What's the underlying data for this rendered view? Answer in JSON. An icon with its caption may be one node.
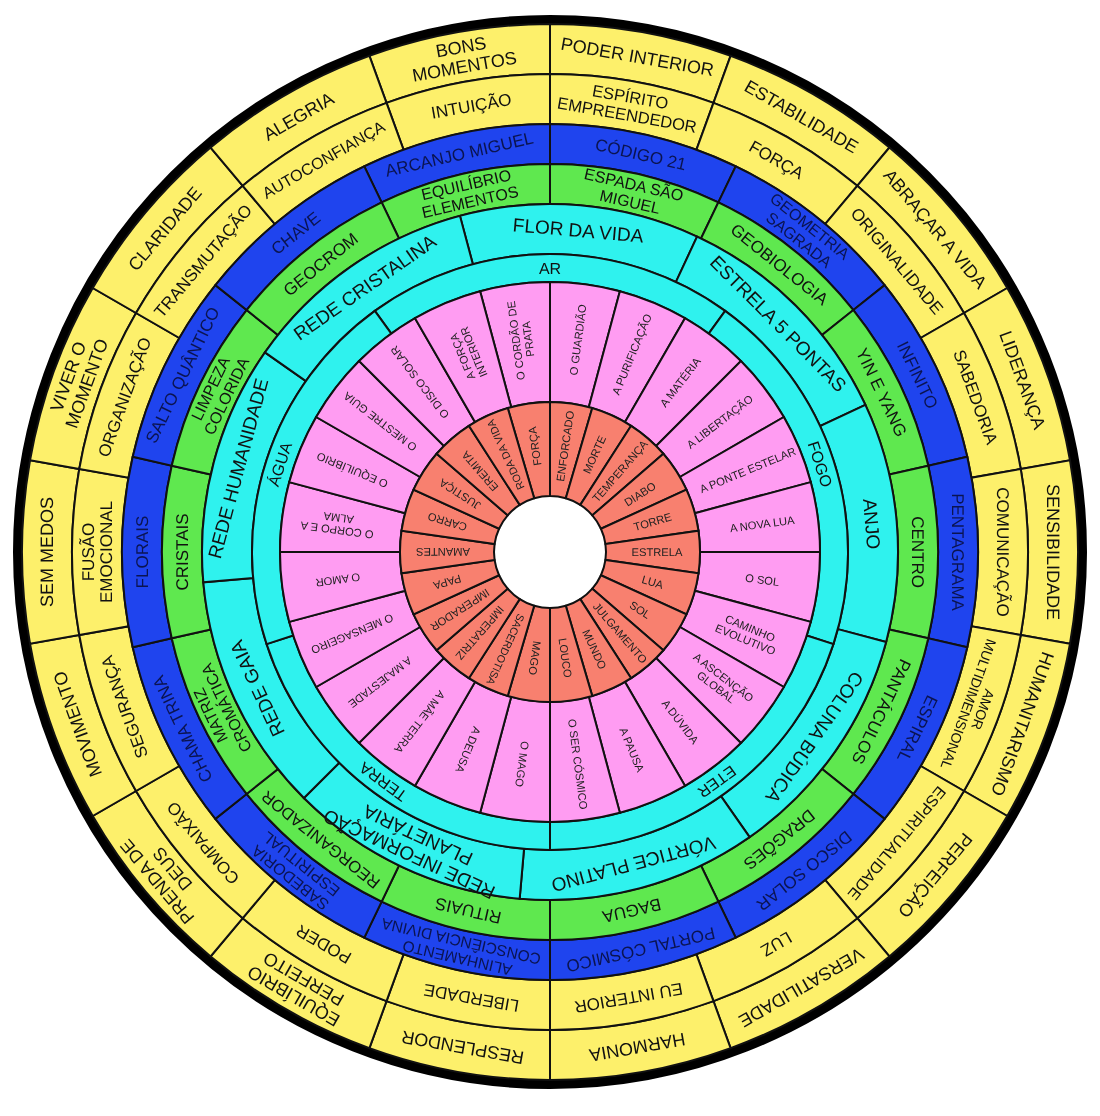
{
  "diagram": {
    "nodes": [
      {
        "text": [
          "BONS MOMENTOS"
        ]
      },
      {
        "text": [
          "PODER INTERIOR"
        ]
      },
      {
        "text": [
          "ESTABILIDADE"
        ]
      },
      {
        "text": [
          "ABRAÇAR A VIDA"
        ]
      },
      {
        "text": [
          "LIDERANÇA"
        ]
      },
      {
        "text": [
          "SENSIBILIDADE"
        ]
      },
      {
        "text": [
          "HUMANITARISMO"
        ]
      },
      {
        "text": [
          "PERFEIÇÃO"
        ]
      },
      {
        "text": [
          "VERSATILIDADE"
        ]
      },
      {
        "text": [
          "HARMONIA"
        ]
      },
      {
        "text": [
          "RESPLENDOR"
        ]
      },
      {
        "text": [
          "EQUILÍBRIO PERFEITO"
        ]
      },
      {
        "text": [
          "PRENDA DE DEUS"
        ]
      },
      {
        "text": [
          "MOVIMENTO"
        ]
      },
      {
        "text": [
          "SEM MEDOS"
        ]
      },
      {
        "text": [
          "VIVER O MOMENTO"
        ]
      },
      {
        "text": [
          "CLARIDADE"
        ]
      },
      {
        "text": [
          "ALEGRIA"
        ]
      },
      {
        "text": [
          "INTUIÇÃO"
        ]
      },
      {
        "text": [
          "ESPÍRITO EMPREENDEDOR"
        ]
      },
      {
        "text": [
          "FORÇA"
        ]
      },
      {
        "text": [
          "ORIGINALIDADE"
        ]
      },
      {
        "text": [
          "SABEDORIA"
        ]
      },
      {
        "text": [
          "COMUNICAÇÃO"
        ]
      },
      {
        "text": [
          "AMOR MULTIDIMENSIONAL"
        ]
      },
      {
        "text": [
          "ESPIRITUALIDADE"
        ]
      },
      {
        "text": [
          "LUZ"
        ]
      },
      {
        "text": [
          "EU INTERIOR"
        ]
      },
      {
        "text": [
          "LIBERDADE"
        ]
      },
      {
        "text": [
          "PODER"
        ]
      },
      {
        "text": [
          "COMPAIXÃO"
        ]
      },
      {
        "text": [
          "SEGURANÇA"
        ]
      },
      {
        "text": [
          "FUSÃO EMOCIONAL"
        ]
      },
      {
        "text": [
          "ORGANIZAÇÃO"
        ]
      },
      {
        "text": [
          "TRANSMUTAÇÃO"
        ]
      },
      {
        "text": [
          "AUTOCONFIANÇA"
        ]
      },
      {
        "text": [
          "ARCANJO MIGUEL"
        ]
      },
      {
        "text": [
          "CÓDIGO 21"
        ]
      },
      {
        "text": [
          "GEOMETRIA SAGRADA"
        ]
      },
      {
        "text": [
          "INFINITO"
        ]
      },
      {
        "text": [
          "PENTAGRAMA"
        ]
      },
      {
        "text": [
          "ESPIRAL"
        ]
      },
      {
        "text": [
          "DISCO SOLAR"
        ]
      },
      {
        "text": [
          "PORTAL CÓSMICO"
        ]
      },
      {
        "text": [
          "ALINHAMENTO CONSCIÊNCIA DIVINA"
        ]
      },
      {
        "text": [
          "SABEDORIA ESPIRITUAL"
        ]
      },
      {
        "text": [
          "CHAMA TRINA"
        ]
      },
      {
        "text": [
          "FLORAIS"
        ]
      },
      {
        "text": [
          "SALTO QUÂNTICO"
        ]
      },
      {
        "text": [
          "CHAVE"
        ]
      },
      {
        "text": [
          "EQUILÍBRIO ELEMENTOS"
        ]
      },
      {
        "text": [
          "ESPADA SÃO MIGUEL"
        ]
      },
      {
        "text": [
          "GEOBIOLOGIA"
        ]
      },
      {
        "text": [
          "YIN E YANG"
        ]
      },
      {
        "text": [
          "CENTRO"
        ]
      },
      {
        "text": [
          "PANTÁCULOS"
        ]
      },
      {
        "text": [
          "DRAGÕES"
        ]
      },
      {
        "text": [
          "BAGUA"
        ]
      },
      {
        "text": [
          "RITUAIS"
        ]
      },
      {
        "text": [
          "REORGANIZADOR"
        ]
      },
      {
        "text": [
          "MATRIZ CROMÁTICA"
        ]
      },
      {
        "text": [
          "CRISTAIS"
        ]
      },
      {
        "text": [
          "LIMPEZA COLORIDA"
        ]
      },
      {
        "text": [
          "GEOCROM"
        ]
      },
      {
        "text": [
          "FLOR DA VIDA"
        ]
      },
      {
        "text": [
          "ESTRELA 5 PONTAS"
        ]
      },
      {
        "text": [
          "ANJO"
        ]
      },
      {
        "text": [
          "COLUNA BÚDICA"
        ]
      },
      {
        "text": [
          "VÓRTICE PLATINO"
        ]
      },
      {
        "text": [
          "REDE INFORMAÇÃO PLANETÁRIA"
        ]
      },
      {
        "text": [
          "REDE GAIA"
        ]
      },
      {
        "text": [
          "REDE HUMANIDADE"
        ]
      },
      {
        "text": [
          "REDE CRISTALINA"
        ]
      },
      {
        "text": [
          "AR"
        ]
      },
      {
        "text": [
          "FOGO"
        ]
      },
      {
        "text": [
          "ETER"
        ]
      },
      {
        "text": [
          "TERRA"
        ]
      },
      {
        "text": [
          "ÁGUA"
        ]
      },
      {
        "text": [
          "O CORDÃO DE PRATA"
        ]
      },
      {
        "text": [
          "O GUARDIÃO"
        ]
      },
      {
        "text": [
          "A PURIFICAÇÃO"
        ]
      },
      {
        "text": [
          "A MATÉRIA"
        ]
      },
      {
        "text": [
          "A LIBERTAÇÃO"
        ]
      },
      {
        "text": [
          "A PONTE ESTELAR"
        ]
      },
      {
        "text": [
          "A NOVA LUA"
        ]
      },
      {
        "text": [
          "O SOL"
        ]
      },
      {
        "text": [
          "CAMINHO EVOLUTIVO"
        ]
      },
      {
        "text": [
          "A ASCENÇÃO GLOBAL"
        ]
      },
      {
        "text": [
          "A DÚVIDA"
        ]
      },
      {
        "text": [
          "A PAUSA"
        ]
      },
      {
        "text": [
          "O SER CÓSMICO"
        ]
      },
      {
        "text": [
          "O MAGO"
        ]
      },
      {
        "text": [
          "A DEUSA"
        ]
      },
      {
        "text": [
          "A MÃE TERRA"
        ]
      },
      {
        "text": [
          "A MAJESTADE"
        ]
      },
      {
        "text": [
          "O MENSAGEIRO"
        ]
      },
      {
        "text": [
          "O AMOR"
        ]
      },
      {
        "text": [
          "O CORPO E A ALMA"
        ]
      },
      {
        "text": [
          "O EQUILÍBRIO"
        ]
      },
      {
        "text": [
          "O MESTRE GUIA"
        ]
      },
      {
        "text": [
          "O DISCO SOLAR"
        ]
      },
      {
        "text": [
          "A FORÇA INTERIOR"
        ]
      },
      {
        "text": [
          "FORÇA"
        ]
      },
      {
        "text": [
          "ENFORCADO"
        ]
      },
      {
        "text": [
          "MORTE"
        ]
      },
      {
        "text": [
          "TEMPERANÇA"
        ]
      },
      {
        "text": [
          "DIABO"
        ]
      },
      {
        "text": [
          "TORRE"
        ]
      },
      {
        "text": [
          "ESTRELA"
        ]
      },
      {
        "text": [
          "LUA"
        ]
      },
      {
        "text": [
          "SOL"
        ]
      },
      {
        "text": [
          "JULGAMENTO"
        ]
      },
      {
        "text": [
          "MUNDO"
        ]
      },
      {
        "text": [
          "LOUCO"
        ]
      },
      {
        "text": [
          "MAGO"
        ]
      },
      {
        "text": [
          "SACERDOTISA"
        ]
      },
      {
        "text": [
          "IMPERATRIZ"
        ]
      },
      {
        "text": [
          "IMPERADOR"
        ]
      },
      {
        "text": [
          "PAPA"
        ]
      },
      {
        "text": [
          "AMANTES"
        ]
      },
      {
        "text": [
          "CARRO"
        ]
      },
      {
        "text": [
          "JUSTIÇA"
        ]
      },
      {
        "text": [
          "EREMITA"
        ]
      },
      {
        "text": [
          "RODA DA VIDA"
        ]
      }
    ]
  }
}
